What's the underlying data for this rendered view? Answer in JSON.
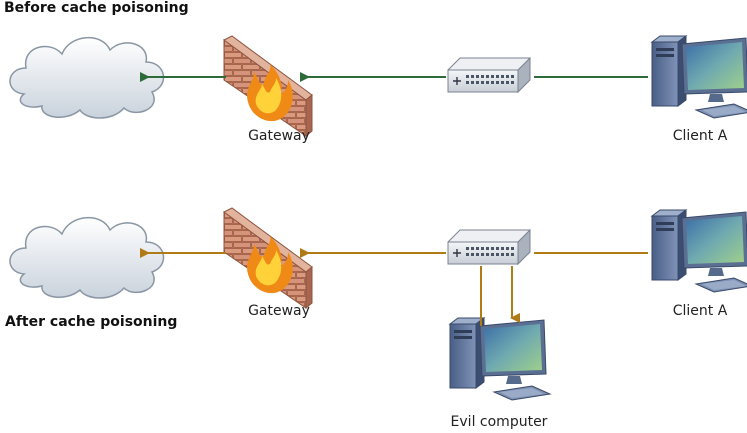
{
  "headings": {
    "before": "Before cache poisoning",
    "after": "After cache poisoning"
  },
  "labels": {
    "gateway_top": "Gateway",
    "client_top": "Client A",
    "gateway_bottom": "Gateway",
    "client_bottom": "Client A",
    "evil": "Evil computer"
  },
  "colors": {
    "before_arrow": "#2e6b3a",
    "after_arrow": "#b07a16"
  },
  "icons": [
    "cloud-icon",
    "firewall-icon",
    "switch-icon",
    "computer-icon"
  ]
}
